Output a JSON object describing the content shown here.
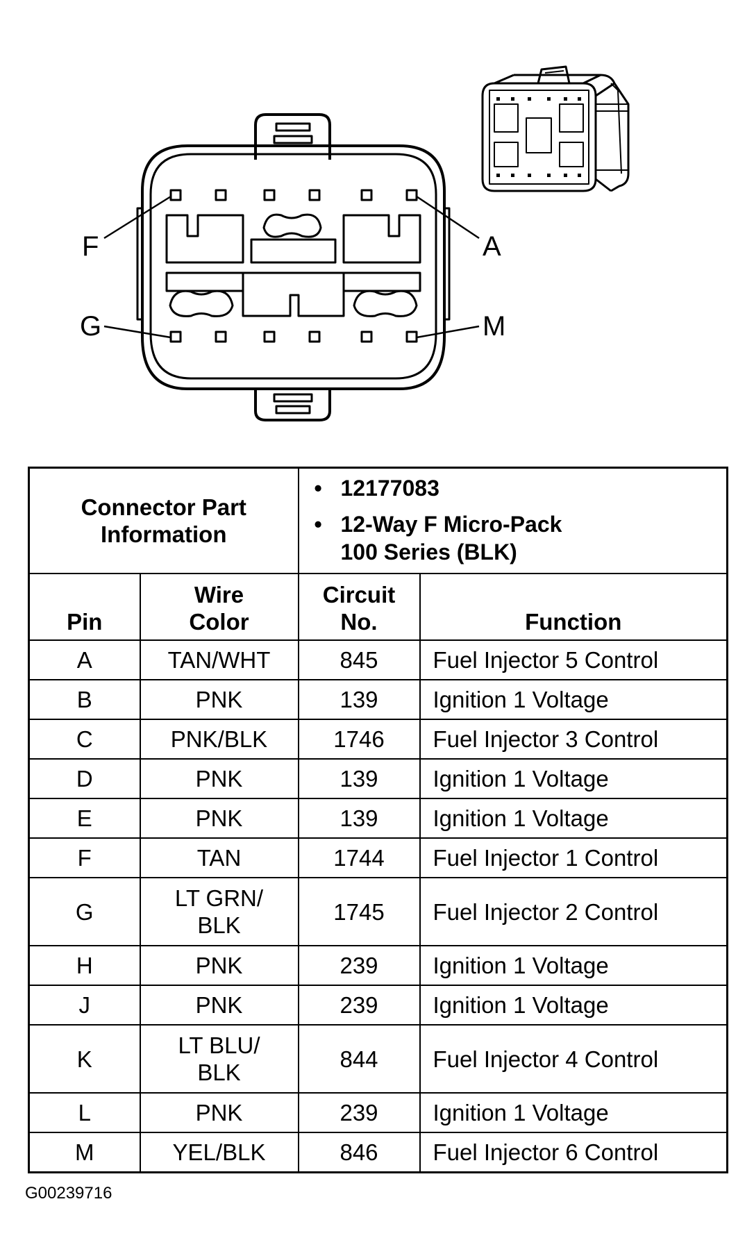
{
  "pin_labels": {
    "top_left": "F",
    "top_right": "A",
    "bottom_left": "G",
    "bottom_right": "M"
  },
  "connector_info": {
    "title_line1": "Connector Part",
    "title_line2": "Information",
    "part_number": "12177083",
    "description_line1": "12-Way F Micro-Pack",
    "description_line2": "100 Series (BLK)"
  },
  "table": {
    "headers": {
      "pin": "Pin",
      "wire_color_line1": "Wire",
      "wire_color_line2": "Color",
      "circuit_line1": "Circuit",
      "circuit_line2": "No.",
      "function": "Function"
    },
    "rows": [
      {
        "pin": "A",
        "wire_line1": "TAN/WHT",
        "wire_line2": "",
        "circuit": "845",
        "function": "Fuel Injector 5 Control"
      },
      {
        "pin": "B",
        "wire_line1": "PNK",
        "wire_line2": "",
        "circuit": "139",
        "function": "Ignition 1 Voltage"
      },
      {
        "pin": "C",
        "wire_line1": "PNK/BLK",
        "wire_line2": "",
        "circuit": "1746",
        "function": "Fuel Injector 3 Control"
      },
      {
        "pin": "D",
        "wire_line1": "PNK",
        "wire_line2": "",
        "circuit": "139",
        "function": "Ignition 1 Voltage"
      },
      {
        "pin": "E",
        "wire_line1": "PNK",
        "wire_line2": "",
        "circuit": "139",
        "function": "Ignition 1 Voltage"
      },
      {
        "pin": "F",
        "wire_line1": "TAN",
        "wire_line2": "",
        "circuit": "1744",
        "function": "Fuel Injector 1 Control"
      },
      {
        "pin": "G",
        "wire_line1": "LT GRN/",
        "wire_line2": "BLK",
        "circuit": "1745",
        "function": "Fuel Injector 2 Control"
      },
      {
        "pin": "H",
        "wire_line1": "PNK",
        "wire_line2": "",
        "circuit": "239",
        "function": "Ignition 1 Voltage"
      },
      {
        "pin": "J",
        "wire_line1": "PNK",
        "wire_line2": "",
        "circuit": "239",
        "function": "Ignition 1 Voltage"
      },
      {
        "pin": "K",
        "wire_line1": "LT BLU/",
        "wire_line2": "BLK",
        "circuit": "844",
        "function": "Fuel Injector 4 Control"
      },
      {
        "pin": "L",
        "wire_line1": "PNK",
        "wire_line2": "",
        "circuit": "239",
        "function": "Ignition 1 Voltage"
      },
      {
        "pin": "M",
        "wire_line1": "YEL/BLK",
        "wire_line2": "",
        "circuit": "846",
        "function": "Fuel Injector 6 Control"
      }
    ]
  },
  "figure_id": "G00239716"
}
